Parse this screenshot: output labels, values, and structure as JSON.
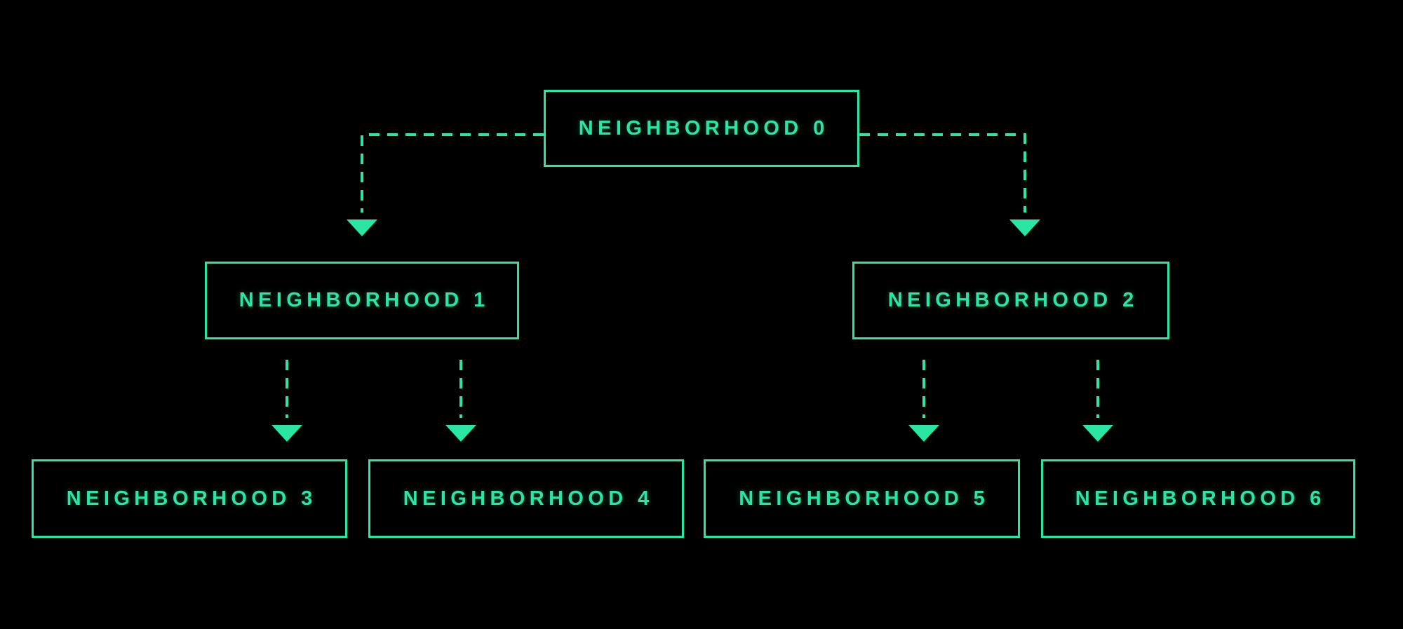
{
  "diagram": {
    "type": "tree",
    "colors": {
      "background": "#000000",
      "accent": "#2be5a3"
    },
    "nodes": [
      {
        "id": "neighborhood-0",
        "label": "NEIGHBORHOOD 0"
      },
      {
        "id": "neighborhood-1",
        "label": "NEIGHBORHOOD 1"
      },
      {
        "id": "neighborhood-2",
        "label": "NEIGHBORHOOD 2"
      },
      {
        "id": "neighborhood-3",
        "label": "NEIGHBORHOOD 3"
      },
      {
        "id": "neighborhood-4",
        "label": "NEIGHBORHOOD 4"
      },
      {
        "id": "neighborhood-5",
        "label": "NEIGHBORHOOD 5"
      },
      {
        "id": "neighborhood-6",
        "label": "NEIGHBORHOOD 6"
      }
    ],
    "edges": [
      {
        "from": "neighborhood-0",
        "to": "neighborhood-1",
        "style": "dashed-arrow"
      },
      {
        "from": "neighborhood-0",
        "to": "neighborhood-2",
        "style": "dashed-arrow"
      },
      {
        "from": "neighborhood-1",
        "to": "neighborhood-3",
        "style": "dashed-arrow"
      },
      {
        "from": "neighborhood-1",
        "to": "neighborhood-4",
        "style": "dashed-arrow"
      },
      {
        "from": "neighborhood-2",
        "to": "neighborhood-5",
        "style": "dashed-arrow"
      },
      {
        "from": "neighborhood-2",
        "to": "neighborhood-6",
        "style": "dashed-arrow"
      }
    ]
  }
}
